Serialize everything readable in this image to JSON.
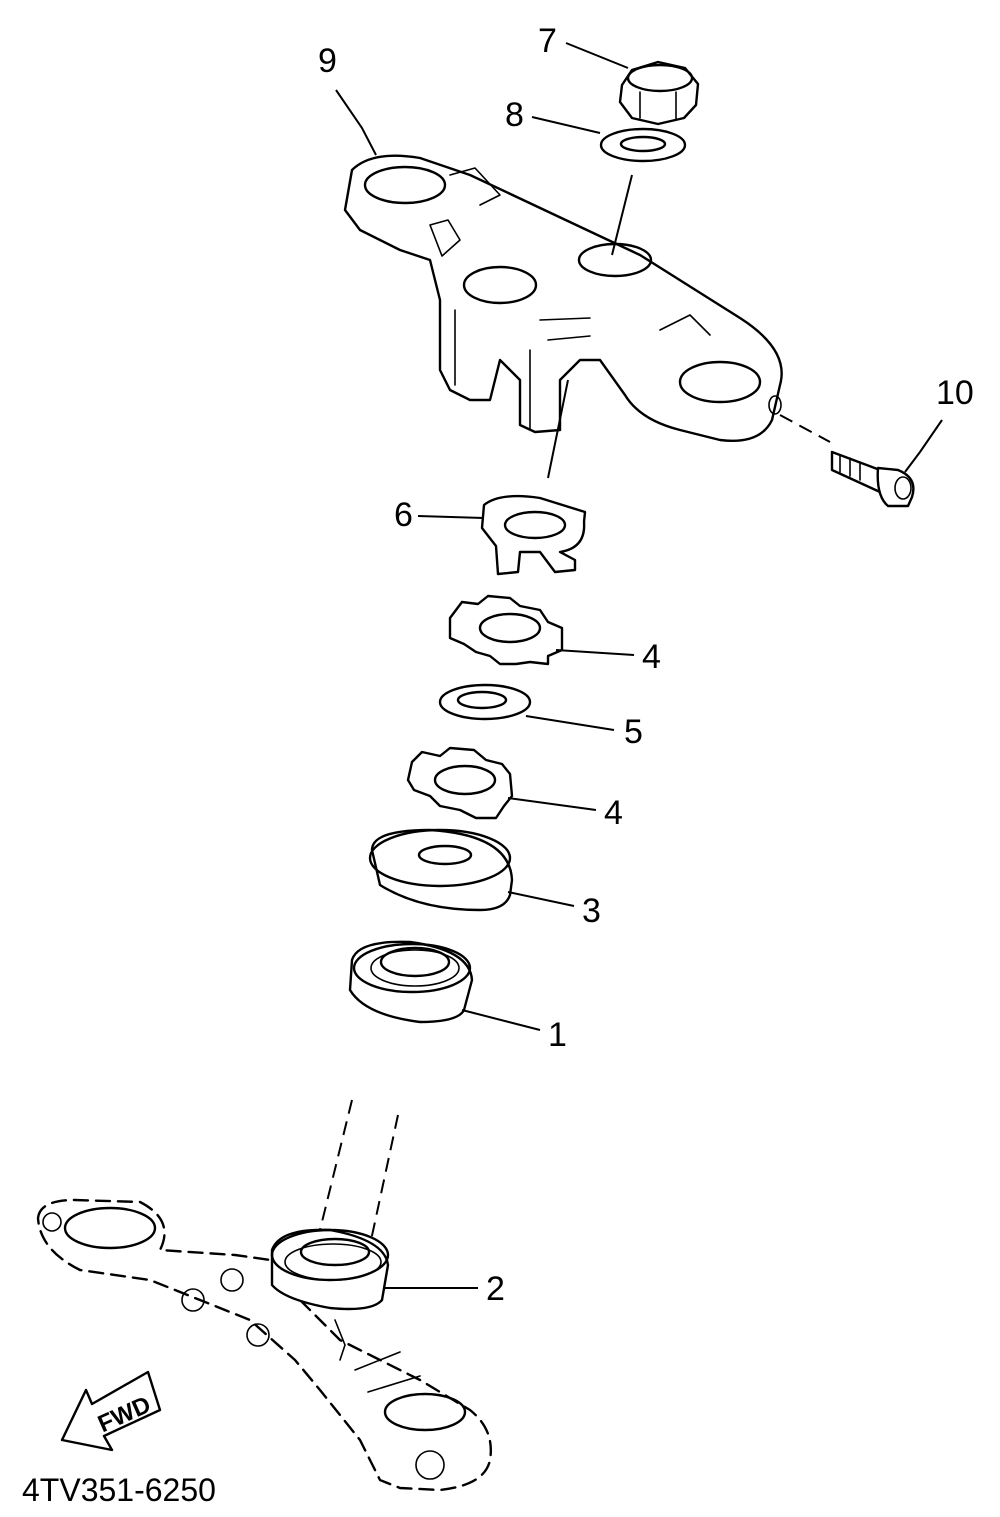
{
  "diagram": {
    "code": "4TV351-6250",
    "direction_label": "FWD",
    "callouts": [
      {
        "id": "c1",
        "label": "1"
      },
      {
        "id": "c2",
        "label": "2"
      },
      {
        "id": "c3",
        "label": "3"
      },
      {
        "id": "c4a",
        "label": "4"
      },
      {
        "id": "c4b",
        "label": "4"
      },
      {
        "id": "c5",
        "label": "5"
      },
      {
        "id": "c6",
        "label": "6"
      },
      {
        "id": "c7",
        "label": "7"
      },
      {
        "id": "c8",
        "label": "8"
      },
      {
        "id": "c9",
        "label": "9"
      },
      {
        "id": "c10",
        "label": "10"
      }
    ]
  }
}
